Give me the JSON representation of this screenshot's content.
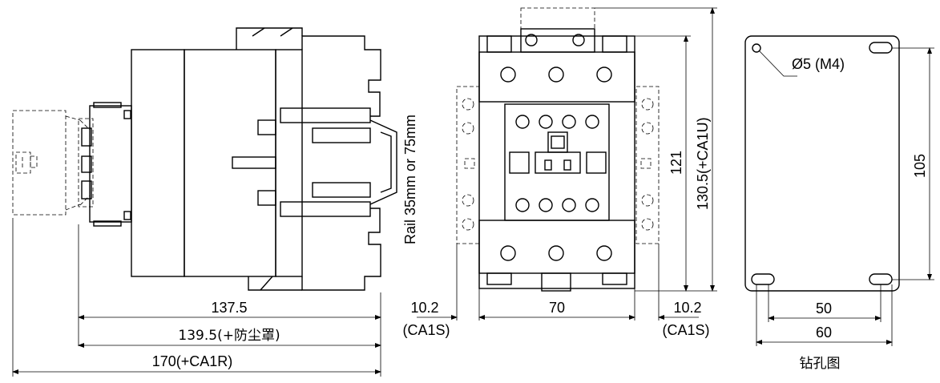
{
  "side_view": {
    "rail_label": "Rail 35mm or 75mm",
    "dim_1": "137.5",
    "dim_2": "139.5(+防尘罩)",
    "dim_3": "170(+CA1R)"
  },
  "front_view": {
    "dim_width": "70",
    "dim_left": "10.2",
    "dim_left_note": "(CA1S)",
    "dim_right": "10.2",
    "dim_right_note": "(CA1S)",
    "dim_height": "121",
    "dim_height_total": "130.5(+CA1U)"
  },
  "drill_view": {
    "hole_label": "Ø5 (M4)",
    "dim_height": "105",
    "dim_inner": "50",
    "dim_outer": "60",
    "caption": "钻孔图"
  }
}
